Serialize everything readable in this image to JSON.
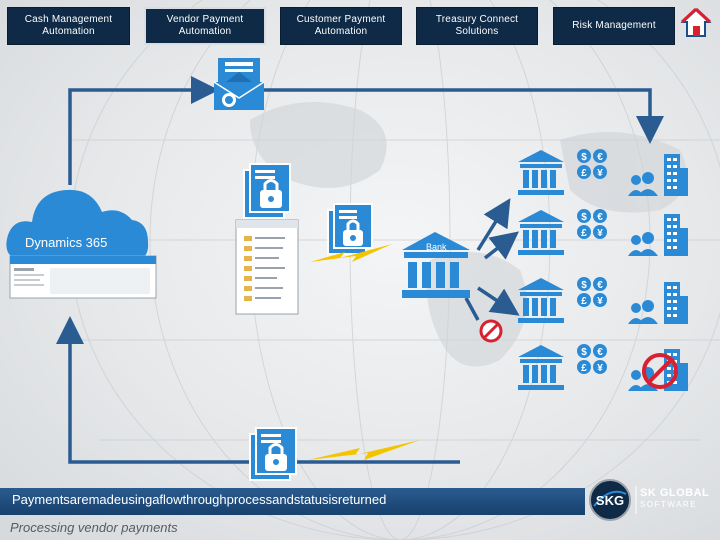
{
  "nav": {
    "items": [
      {
        "label_line1": "Cash Management",
        "label_line2": "Automation",
        "active": false
      },
      {
        "label_line1": "Vendor  Payment",
        "label_line2": "Automation",
        "active": true
      },
      {
        "label_line1": "Customer Payment",
        "label_line2": "Automation",
        "active": false
      },
      {
        "label_line1": "Treasury Connect",
        "label_line2": "Solutions",
        "active": false
      },
      {
        "label_line1": "Risk Management",
        "label_line2": "",
        "active": false
      }
    ],
    "home_icon": "home-icon"
  },
  "diagram": {
    "cloud_label": "Dynamics 365",
    "bank_label": "Bank",
    "currency_symbols": [
      "$",
      "€",
      "£",
      "¥"
    ],
    "colors": {
      "accent_blue": "#2a8ad6",
      "navy": "#0f2a46",
      "lightning": "#f5c400",
      "blocked": "#d9202f"
    }
  },
  "banner": {
    "text": "Paymentsaremadeusingaflowthroughprocessandstatusisreturned"
  },
  "caption": "Processing vendor payments",
  "logo": {
    "initials": "SKG",
    "name": "SK GLOBAL",
    "sub": "SOFTWARE"
  }
}
